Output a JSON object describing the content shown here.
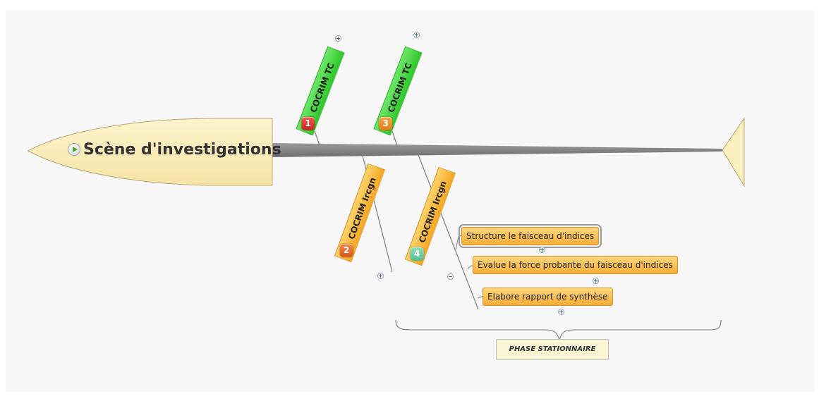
{
  "colors": {
    "spine": "#8a8a8a",
    "head_fill": "#fcefbf",
    "green_branch": "#3fd63a",
    "orange_branch": "#f7b43a",
    "badge_red": "#d9342b",
    "badge_orange": "#f08b1f",
    "badge_teal": "#5cc8a6"
  },
  "head": {
    "icon": "play-circle-icon",
    "title": "Scène d'investigations"
  },
  "branches_top": [
    {
      "label": "COCRIM TC",
      "badge": "1",
      "color": "green"
    },
    {
      "label": "COCRIM TC",
      "badge": "3",
      "color": "green"
    }
  ],
  "branches_bottom": [
    {
      "label": "COCRIM Ircgn",
      "badge": "2",
      "color": "orange"
    },
    {
      "label": "COCRIM Ircgn",
      "badge": "4",
      "color": "orange"
    }
  ],
  "subtopics": [
    {
      "label": "Structure le faisceau d'indices",
      "selected": true
    },
    {
      "label": "Evalue la force probante du faisceau d'indices",
      "selected": false
    },
    {
      "label": "Elabore rapport de synthèse",
      "selected": false
    }
  ],
  "boundary_label": "PHASE STATIONNAIRE"
}
